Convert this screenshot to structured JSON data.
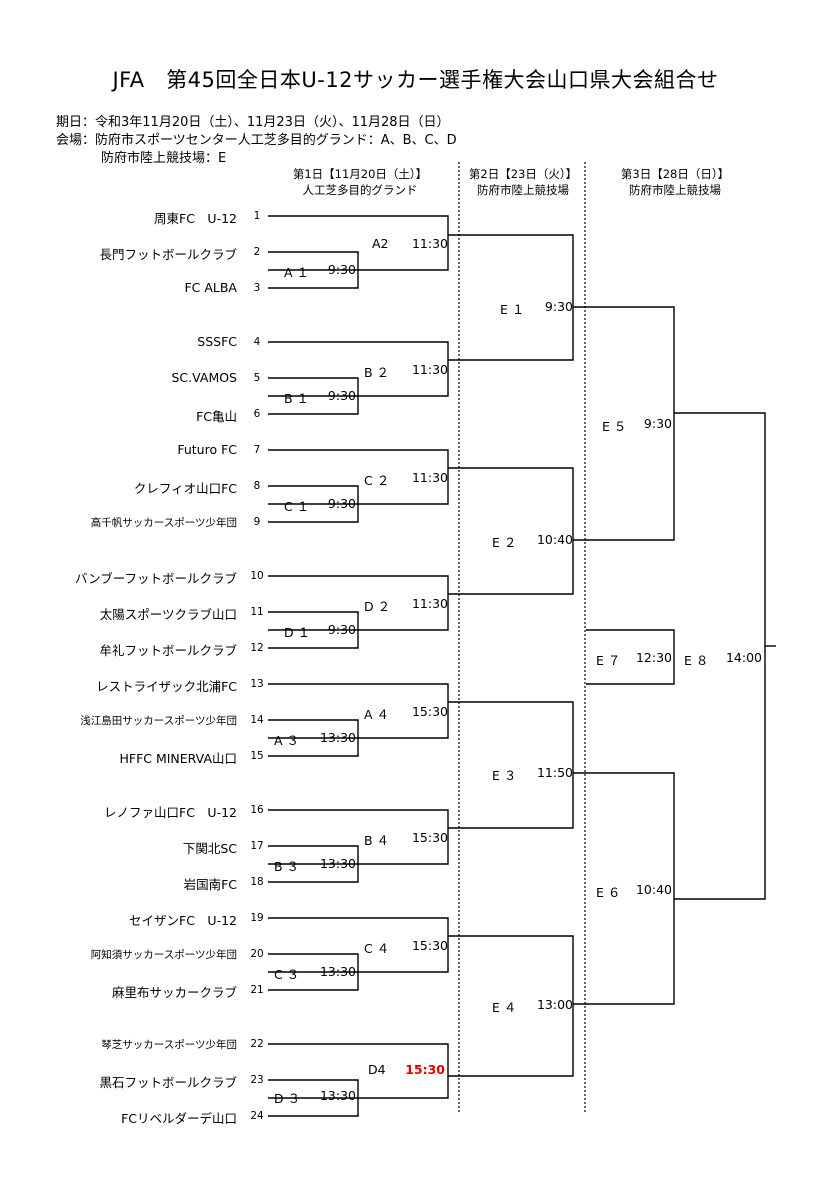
{
  "title": "JFA　第45回全日本U-12サッカー選手権大会山口県大会組合せ",
  "info": {
    "dates": "期日：令和3年11月20日（土）、11月23日（火）、11月28日（日）",
    "venue1": "会場：防府市スポーツセンター人工芝多目的グランド：A、B、C、D",
    "venue2": "防府市陸上競技場：E"
  },
  "days": [
    {
      "line1": "第1日【11月20日（土）】",
      "line2": "人工芝多目的グランド"
    },
    {
      "line1": "第2日【23日（火）】",
      "line2": "防府市陸上競技場"
    },
    {
      "line1": "第3日【28日（日）】",
      "line2": "防府市陸上競技場"
    }
  ],
  "teams": [
    {
      "num": "1",
      "name": "周東FC　U-12"
    },
    {
      "num": "2",
      "name": "長門フットボールクラブ"
    },
    {
      "num": "3",
      "name": "FC ALBA"
    },
    {
      "num": "4",
      "name": "SSSFC"
    },
    {
      "num": "5",
      "name": "SC.VAMOS"
    },
    {
      "num": "6",
      "name": "FC亀山"
    },
    {
      "num": "7",
      "name": "Futuro FC"
    },
    {
      "num": "8",
      "name": "クレフィオ山口FC"
    },
    {
      "num": "9",
      "name": "高千帆サッカースポーツ少年団"
    },
    {
      "num": "10",
      "name": "バンブーフットボールクラブ"
    },
    {
      "num": "11",
      "name": "太陽スポーツクラブ山口"
    },
    {
      "num": "12",
      "name": "牟礼フットボールクラブ"
    },
    {
      "num": "13",
      "name": "レストライザック北浦FC"
    },
    {
      "num": "14",
      "name": "浅江島田サッカースポーツ少年団"
    },
    {
      "num": "15",
      "name": "HFFC MINERVA山口"
    },
    {
      "num": "16",
      "name": "レノファ山口FC　U-12"
    },
    {
      "num": "17",
      "name": "下関北SC"
    },
    {
      "num": "18",
      "name": "岩国南FC"
    },
    {
      "num": "19",
      "name": "セイザンFC　U-12"
    },
    {
      "num": "20",
      "name": "阿知須サッカースポーツ少年団"
    },
    {
      "num": "21",
      "name": "麻里布サッカークラブ"
    },
    {
      "num": "22",
      "name": "琴芝サッカースポーツ少年団"
    },
    {
      "num": "23",
      "name": "黒石フットボールクラブ"
    },
    {
      "num": "24",
      "name": "FCリベルダーデ山口"
    }
  ],
  "matches": {
    "A1": {
      "label": "A １",
      "time": "9:30"
    },
    "A2": {
      "label": "A2",
      "time": "11:30"
    },
    "B1": {
      "label": "B １",
      "time": "9:30"
    },
    "B2": {
      "label": "B ２",
      "time": "11:30"
    },
    "C1": {
      "label": "C １",
      "time": "9:30"
    },
    "C2": {
      "label": "C ２",
      "time": "11:30"
    },
    "D1": {
      "label": "D １",
      "time": "9:30"
    },
    "D2": {
      "label": "D ２",
      "time": "11:30"
    },
    "A3": {
      "label": "A ３",
      "time": "13:30"
    },
    "A4": {
      "label": "A ４",
      "time": "15:30"
    },
    "B3": {
      "label": "B ３",
      "time": "13:30"
    },
    "B4": {
      "label": "B ４",
      "time": "15:30"
    },
    "C3": {
      "label": "C ３",
      "time": "13:30"
    },
    "C4": {
      "label": "C ４",
      "time": "15:30"
    },
    "D3": {
      "label": "D ３",
      "time": "13:30"
    },
    "D4": {
      "label": "D4",
      "time": "15:30",
      "highlight_color": "#e00000"
    },
    "E1": {
      "label": "E １",
      "time": "9:30"
    },
    "E2": {
      "label": "E ２",
      "time": "10:40"
    },
    "E3": {
      "label": "E ３",
      "time": "11:50"
    },
    "E4": {
      "label": "E ４",
      "time": "13:00"
    },
    "E5": {
      "label": "E ５",
      "time": "9:30"
    },
    "E6": {
      "label": "E ６",
      "time": "10:40"
    },
    "E7": {
      "label": "E ７",
      "time": "12:30"
    },
    "E8": {
      "label": "E ８",
      "time": "14:00"
    }
  }
}
